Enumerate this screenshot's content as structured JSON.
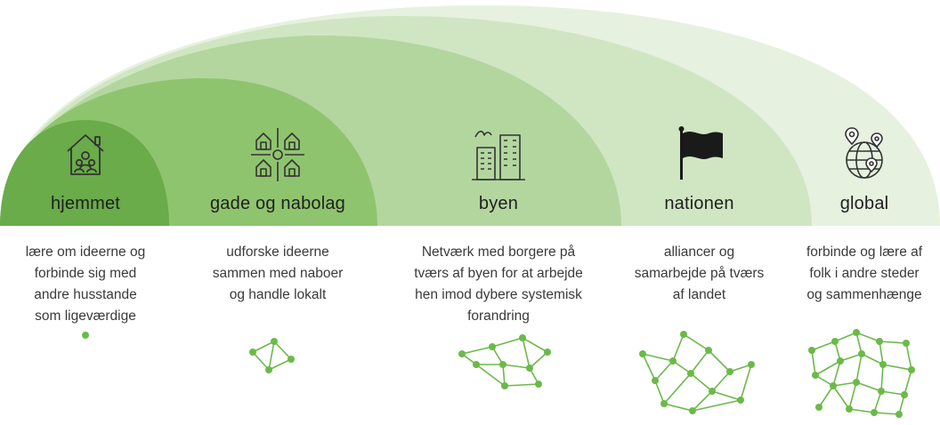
{
  "colors": {
    "arc_level_1": "#6aab4a",
    "arc_level_2": "#8fc46f",
    "arc_level_3": "#b3d69f",
    "arc_level_4": "#d0e6c3",
    "arc_level_5": "#e6f1df",
    "network": "#6cb94a",
    "icon": "#333333",
    "text": "#3a3a3a"
  },
  "levels": [
    {
      "id": "home",
      "icon": "house-family-icon",
      "label": "hjemmet",
      "description": "lære om ideerne og\nforbinde sig med\nandre husstande\nsom ligeværdige",
      "network_size": "single-node"
    },
    {
      "id": "street",
      "icon": "neighborhood-icon",
      "label": "gade og nabolag",
      "description": "udforske ideerne\nsammen med naboer\nog handle lokalt",
      "network_size": "small"
    },
    {
      "id": "city",
      "icon": "city-buildings-icon",
      "label": "byen",
      "description": "Netværk med borgere på\ntværs af byen for at arbejde\nhen imod dybere systemisk\nforandring",
      "network_size": "medium"
    },
    {
      "id": "nation",
      "icon": "flag-icon",
      "label": "nationen",
      "description": "alliancer og\nsamarbejde på tværs\naf landet",
      "network_size": "large"
    },
    {
      "id": "global",
      "icon": "globe-pins-icon",
      "label": "global",
      "description": "forbinde og lære af\nfolk i andre steder\nog sammenhænge",
      "network_size": "largest"
    }
  ]
}
